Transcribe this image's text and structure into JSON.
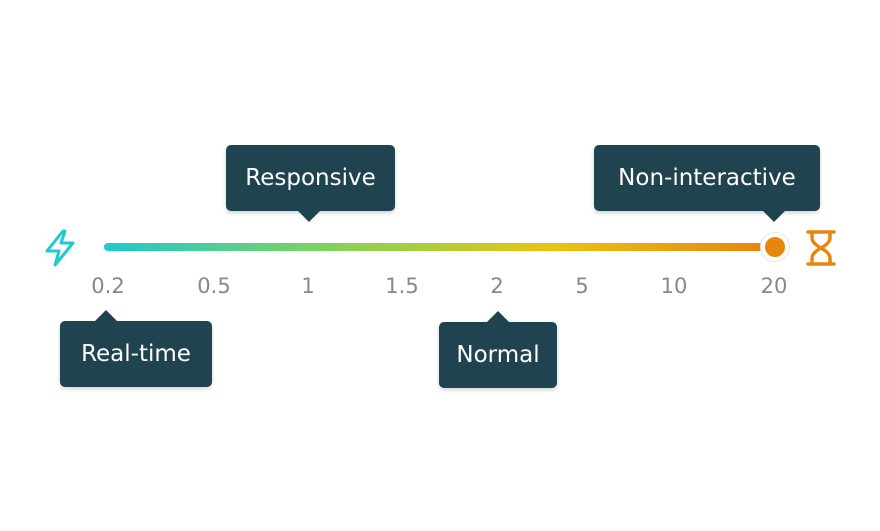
{
  "scale": {
    "ticks": [
      "0.2",
      "0.5",
      "1",
      "1.5",
      "2",
      "5",
      "10",
      "20"
    ],
    "gradient_colors": [
      "#1ec9cf",
      "#7fd35a",
      "#e9c410",
      "#e6830f"
    ],
    "marker_color": "#e6860c",
    "marker_value": "20"
  },
  "callouts": [
    {
      "label": "Responsive",
      "points_to": "1",
      "side": "above"
    },
    {
      "label": "Non-interactive",
      "points_to": "20",
      "side": "above"
    },
    {
      "label": "Real-time",
      "points_to": "0.2",
      "side": "below"
    },
    {
      "label": "Normal",
      "points_to": "2",
      "side": "below"
    }
  ],
  "icons": {
    "left": {
      "name": "lightning-bolt-icon",
      "color": "#1ec9cf"
    },
    "right": {
      "name": "hourglass-icon",
      "color": "#e6860c"
    }
  },
  "colors": {
    "callout_bg": "#1f4450",
    "callout_text": "#ffffff",
    "tick_text": "#888888"
  }
}
